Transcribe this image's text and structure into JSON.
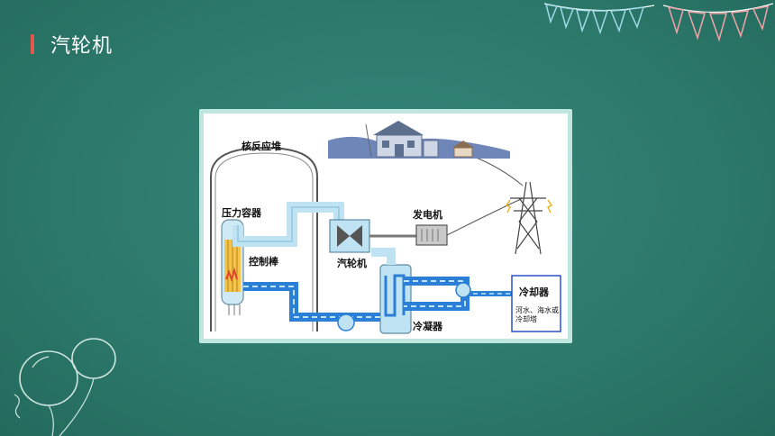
{
  "page": {
    "title": "汽轮机"
  },
  "diagram": {
    "labels": {
      "reactor": "核反应堆",
      "pressure_vessel": "压力容器",
      "control_rod": "控制棒",
      "turbine": "汽轮机",
      "generator": "发电机",
      "condenser": "冷凝器",
      "cooler": "冷却器",
      "cooler_note_line1": "河水、海水或",
      "cooler_note_line2": "冷却塔"
    }
  },
  "colors": {
    "background": "#2d7a6c",
    "accent": "#e4574f",
    "steam_pipe": "#bfe3f2",
    "water_pipe": "#2b7fd6",
    "cooler_border": "#2a52c8"
  }
}
